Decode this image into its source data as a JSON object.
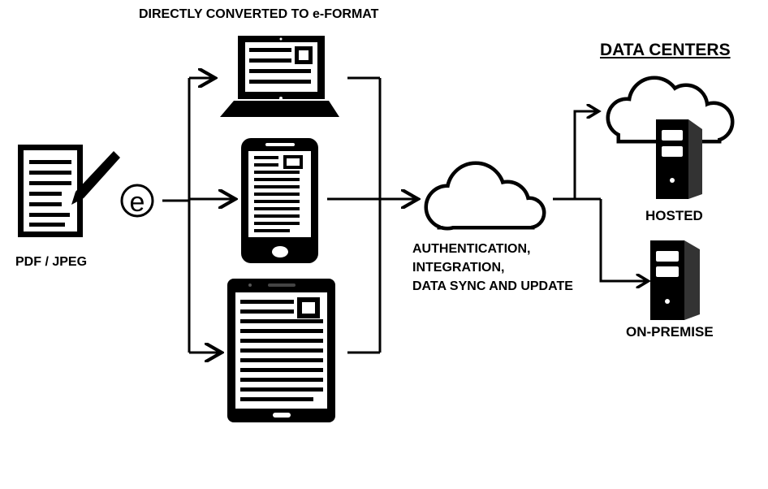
{
  "labels": {
    "top_caption": "DIRECTLY CONVERTED TO e-FORMAT",
    "source": "PDF / JPEG",
    "data_centers_title": "DATA CENTERS",
    "hosted": "HOSTED",
    "on_premise": "ON-PREMISE",
    "cloud_services": [
      "AUTHENTICATION,",
      "INTEGRATION,",
      "DATA SYNC AND UPDATE"
    ],
    "e_badge": "e"
  },
  "icons": {
    "source_document": "document-with-pen-icon",
    "conversion_badge": "e-circle-icon",
    "laptop": "laptop-icon",
    "smartphone": "smartphone-icon",
    "tablet": "tablet-icon",
    "cloud_main": "cloud-icon",
    "hosted_server": "cloud-server-icon",
    "onpremise_server": "server-tower-icon"
  },
  "colors": {
    "ink": "#000000",
    "background": "#ffffff"
  }
}
